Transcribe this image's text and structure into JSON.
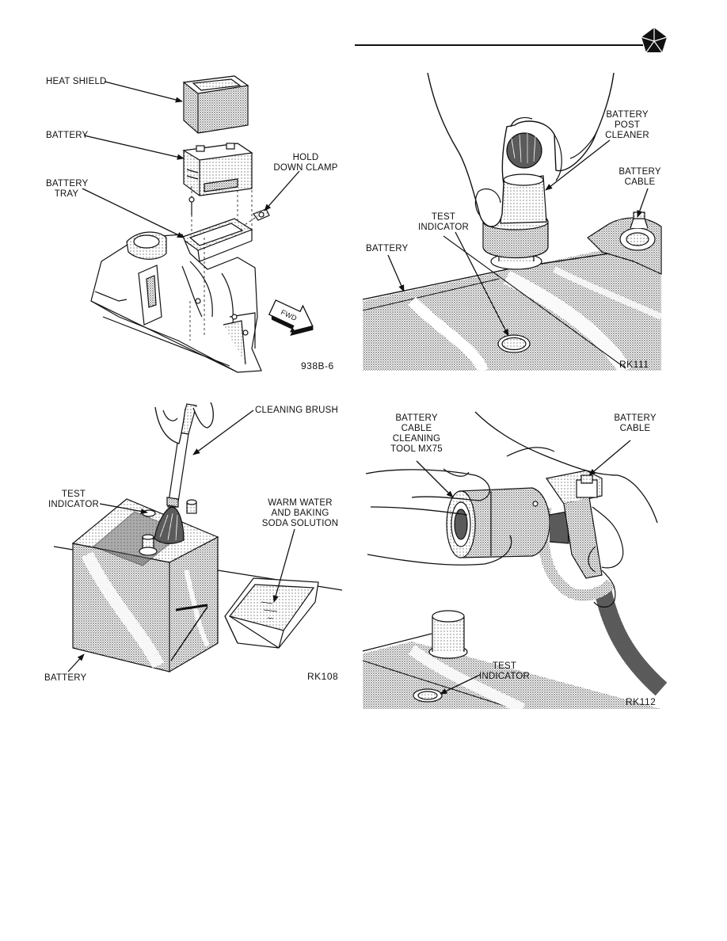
{
  "figures": {
    "heat_shield": {
      "labels": {
        "heat_shield": "HEAT SHIELD",
        "battery": "BATTERY",
        "battery_tray_1": "BATTERY",
        "battery_tray_2": "TRAY",
        "hold_down_1": "HOLD",
        "hold_down_2": "DOWN CLAMP",
        "fwd": "FWD"
      },
      "code": "938B-6"
    },
    "post_cleaner": {
      "labels": {
        "post_cleaner_1": "BATTERY",
        "post_cleaner_2": "POST",
        "post_cleaner_3": "CLEANER",
        "cable_1": "BATTERY",
        "cable_2": "CABLE",
        "test_indicator_1": "TEST",
        "test_indicator_2": "INDICATOR",
        "battery": "BATTERY"
      },
      "code": "RK111"
    },
    "cleaning_brush": {
      "labels": {
        "cleaning_brush": "CLEANING BRUSH",
        "test_indicator_1": "TEST",
        "test_indicator_2": "INDICATOR",
        "solution_1": "WARM WATER",
        "solution_2": "AND BAKING",
        "solution_3": "SODA SOLUTION",
        "battery": "BATTERY"
      },
      "code": "RK108"
    },
    "cable_tool": {
      "labels": {
        "tool_1": "BATTERY",
        "tool_2": "CABLE",
        "tool_3": "CLEANING",
        "tool_4": "TOOL MX75",
        "cable_1": "BATTERY",
        "cable_2": "CABLE",
        "test_indicator_1": "TEST",
        "test_indicator_2": "INDICATOR"
      },
      "code": "RK112"
    }
  },
  "icons": {
    "header_logo": "pentastar-logo"
  },
  "colors": {
    "ink": "#111111",
    "shading": "#9a9a9a"
  }
}
